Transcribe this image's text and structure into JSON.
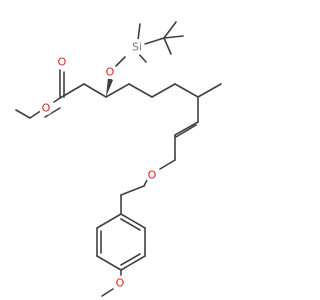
{
  "atom_labels": {
    "o_ester_carbonyl": "O",
    "o_ester_methoxy": "O",
    "o_silyl_ether": "O",
    "si": "Si",
    "o_benzyl_ether": "O",
    "o_aryl_methoxy": "O"
  },
  "colors": {
    "bond": "#404040",
    "oxygen": "#e8201c",
    "silicon": "#7a7a7a",
    "background": "#ffffff"
  }
}
